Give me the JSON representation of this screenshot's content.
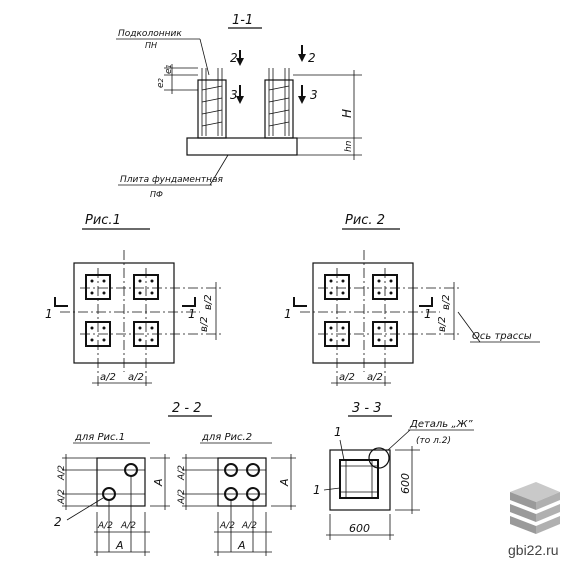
{
  "section_1": {
    "title": "1-1",
    "label_podkolonnik": "Подколонник",
    "label_pn": "ПН",
    "label_plita": "Плита фундаментная",
    "label_pf": "ПФ",
    "cut_2": "2",
    "cut_3": "3",
    "dim_h": "H",
    "dim_hn": "hn",
    "dim_e": "e",
    "dim_e2": "e",
    "sub_1": "1",
    "sub_2": "2"
  },
  "fig1": {
    "title": "Рис.1",
    "cut_label": "1",
    "dim_b_top": "в/2",
    "dim_b_bottom": "в/2",
    "dim_a_left": "a/2",
    "dim_a_right": "a/2"
  },
  "fig2": {
    "title": "Рис. 2",
    "cut_label": "1",
    "dim_b_top": "в/2",
    "dim_b_bottom": "в/2",
    "dim_a_left": "a/2",
    "dim_a_right": "a/2",
    "axis_label": "Ось трассы"
  },
  "section_2": {
    "title": "2 - 2",
    "left_caption": "для Рис.1",
    "right_caption": "для Рис.2",
    "dim_A_half": "A/2",
    "dim_A": "A",
    "callout_2": "2"
  },
  "section_3": {
    "title": "3 - 3",
    "detail_label": "Деталь „Ж”",
    "detail_ref": "(то л.2)",
    "callout_1a": "1",
    "callout_1b": "1",
    "dim_600_h": "600",
    "dim_600_v": "600"
  },
  "watermark": {
    "text": "gbi22.ru"
  }
}
